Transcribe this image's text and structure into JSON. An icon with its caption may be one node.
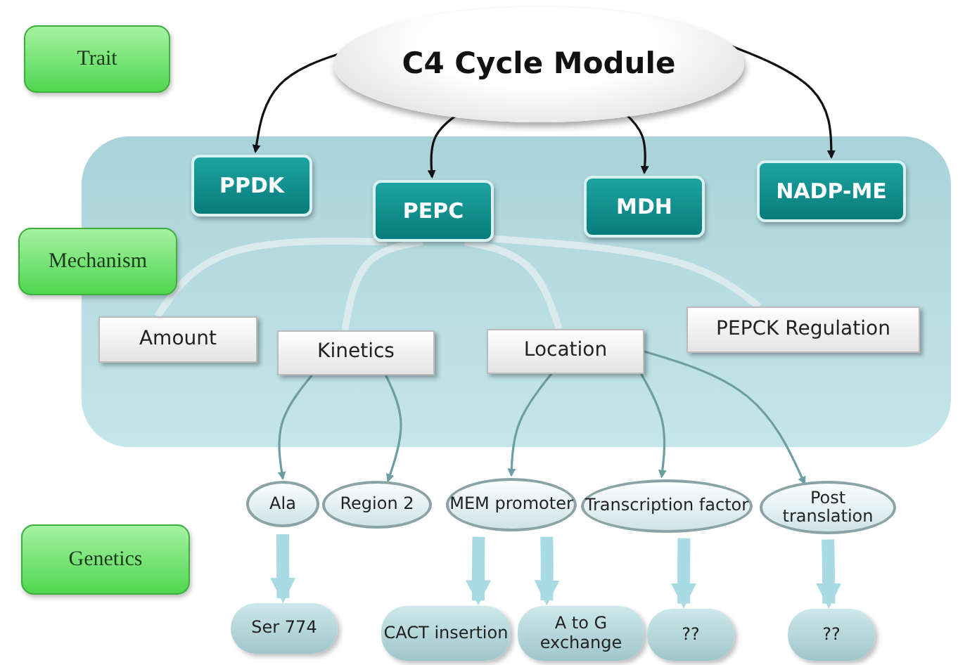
{
  "diagram": {
    "nodes": [
      {
        "text": [
          "Trait"
        ]
      },
      {
        "text": [
          "C4 Cycle Module"
        ]
      },
      {
        "text": [],
        "shape": "box"
      },
      {
        "text": [
          "PPDK"
        ],
        "in": 2
      },
      {
        "text": [
          "PEPC"
        ],
        "in": 2
      },
      {
        "text": [
          "MDH"
        ],
        "in": 2
      },
      {
        "text": [
          "NADP-ME"
        ],
        "in": 2
      },
      {
        "text": [
          "Mechanism"
        ]
      },
      {
        "text": [
          "Amount"
        ],
        "in": 2
      },
      {
        "text": [
          "Kinetics"
        ],
        "in": 2
      },
      {
        "text": [
          "Location"
        ],
        "in": 2
      },
      {
        "text": [
          "PEPCK Regulation"
        ],
        "in": 2
      },
      {
        "text": [
          "Ala"
        ]
      },
      {
        "text": [
          "Region 2"
        ]
      },
      {
        "text": [
          "MEM promoter"
        ]
      },
      {
        "text": [
          "Transcription factor"
        ]
      },
      {
        "text": [
          "Post translation"
        ]
      },
      {
        "text": [
          "Genetics"
        ]
      },
      {
        "text": [
          "Ser 774"
        ]
      },
      {
        "text": [
          "CACT insertion"
        ]
      },
      {
        "text": [
          "A to G exchange"
        ]
      },
      {
        "text": [
          "??"
        ]
      },
      {
        "text": [
          "??"
        ]
      }
    ],
    "edges": [
      {
        "from": 1,
        "to": 3,
        "arrow": "to",
        "color": "#111111"
      },
      {
        "from": 1,
        "to": 4,
        "arrow": "to",
        "color": "#111111"
      },
      {
        "from": 1,
        "to": 5,
        "arrow": "to",
        "color": "#111111"
      },
      {
        "from": 1,
        "to": 6,
        "arrow": "to",
        "color": "#111111"
      },
      {
        "from": 4,
        "to": 8,
        "arrow": "none",
        "style": "thick",
        "color": "#dbeaec"
      },
      {
        "from": 4,
        "to": 9,
        "arrow": "none",
        "style": "thick",
        "color": "#dbeaec"
      },
      {
        "from": 4,
        "to": 10,
        "arrow": "none",
        "style": "thick",
        "color": "#dbeaec"
      },
      {
        "from": 4,
        "to": 11,
        "arrow": "none",
        "style": "thick",
        "color": "#dbeaec"
      },
      {
        "from": 9,
        "to": 12,
        "arrow": "to",
        "color": "#6d9ea3"
      },
      {
        "from": 9,
        "to": 13,
        "arrow": "to",
        "color": "#6d9ea3"
      },
      {
        "from": 10,
        "to": 14,
        "arrow": "to",
        "color": "#6d9ea3"
      },
      {
        "from": 10,
        "to": 15,
        "arrow": "to",
        "color": "#6d9ea3"
      },
      {
        "from": 10,
        "to": 16,
        "arrow": "to",
        "color": "#6d9ea3"
      },
      {
        "from": 12,
        "to": 18,
        "arrow": "to",
        "style": "thick",
        "color": "#a9dbe4"
      },
      {
        "from": 14,
        "to": 19,
        "arrow": "to",
        "style": "thick",
        "color": "#a9dbe4"
      },
      {
        "from": 14,
        "to": 20,
        "arrow": "to",
        "style": "thick",
        "color": "#a9dbe4"
      },
      {
        "from": 15,
        "to": 21,
        "arrow": "to",
        "style": "thick",
        "color": "#a9dbe4"
      },
      {
        "from": 16,
        "to": 22,
        "arrow": "to",
        "style": "thick",
        "color": "#a9dbe4"
      }
    ]
  }
}
